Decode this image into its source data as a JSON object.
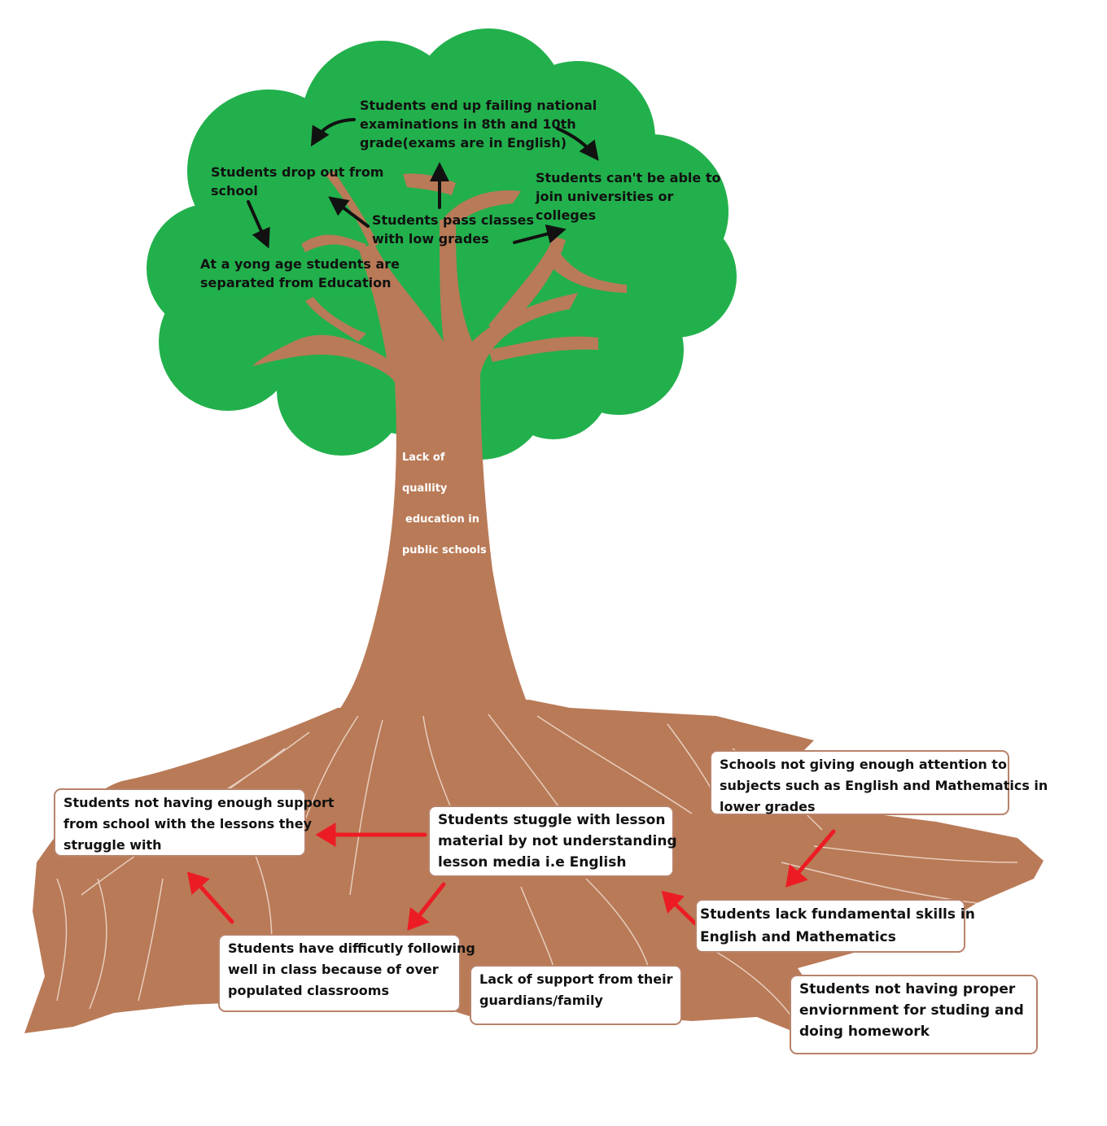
{
  "colors": {
    "canopy": "#22b04c",
    "trunk": "#b97a57",
    "root_line": "#eedccf",
    "black_arrow": "#111111",
    "red_arrow": "#ec1c24",
    "box_border": "#b8826a",
    "trunk_text": "#ffffff"
  },
  "canopy_labels": {
    "failing_exams": [
      "Students end up failing national",
      "examinations in 8th and 10th",
      "grade(exams are in English)"
    ],
    "drop_out": [
      "Students drop out from",
      "school"
    ],
    "cant_join": [
      "Students can't be able to",
      "join universities or",
      "colleges"
    ],
    "pass_low": [
      "Students pass classes",
      "with low grades"
    ],
    "separated": [
      "At a yong age students are",
      "separated from Education"
    ]
  },
  "trunk_label": [
    "Lack of",
    "quallity",
    "education in",
    "public schools"
  ],
  "root_boxes": {
    "not_enough_support": [
      "Students not having enough support",
      "from school with the lessons they",
      "struggle with"
    ],
    "struggle_lesson": [
      "Students stuggle with lesson",
      "material by not understanding",
      "lesson media i.e English"
    ],
    "schools_not_attention": [
      "Schools not giving enough attention to",
      "subjects such as English and Mathematics in",
      "lower grades"
    ],
    "lack_fundamental": [
      "Students lack fundamental skills in",
      "English and Mathematics"
    ],
    "difficulty_following": [
      "Students have difficutly  following",
      "well in class because of over",
      "populated classrooms"
    ],
    "lack_guardian_support": [
      "Lack of support from their",
      "guardians/family"
    ],
    "no_environment": [
      "Students not having proper",
      "enviornment for studing and",
      "doing homework"
    ]
  }
}
